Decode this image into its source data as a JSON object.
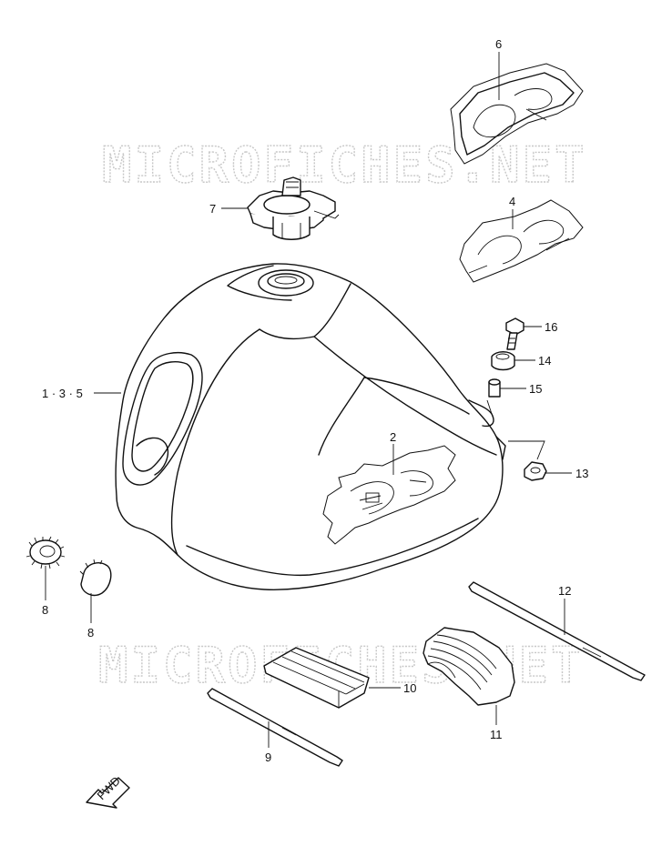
{
  "watermark": "MICROFICHES.NET",
  "callouts": [
    {
      "id": "tank",
      "label": "1 · 3 · 5"
    },
    {
      "id": "emblem-left",
      "label": "2"
    },
    {
      "id": "emblem-right",
      "label": "4"
    },
    {
      "id": "emblem-top",
      "label": "6"
    },
    {
      "id": "fuel-cap",
      "label": "7"
    },
    {
      "id": "cushion-a",
      "label": "8"
    },
    {
      "id": "cushion-b",
      "label": "8"
    },
    {
      "id": "band-short",
      "label": "9"
    },
    {
      "id": "cushion-pad",
      "label": "10"
    },
    {
      "id": "cover",
      "label": "11"
    },
    {
      "id": "band-long",
      "label": "12"
    },
    {
      "id": "nut",
      "label": "13"
    },
    {
      "id": "cushion-c",
      "label": "14"
    },
    {
      "id": "collar",
      "label": "15"
    },
    {
      "id": "bolt",
      "label": "16"
    }
  ],
  "direction_label": "FWD"
}
